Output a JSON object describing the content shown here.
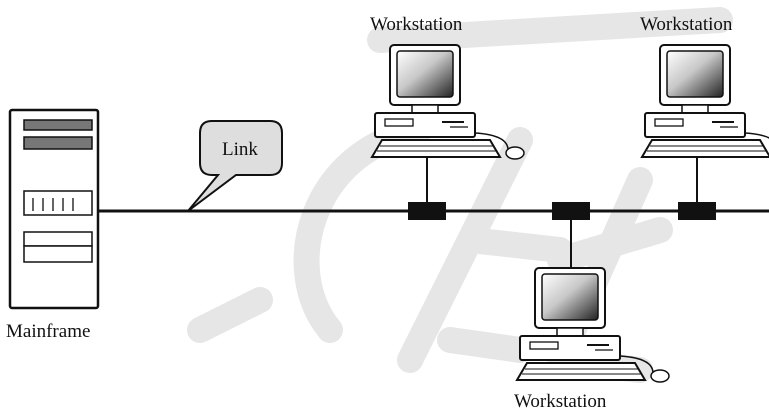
{
  "diagram": {
    "link_label": "Link",
    "mainframe_label": "Mainframe",
    "workstations": [
      {
        "label": "Workstation"
      },
      {
        "label": "Workstation"
      },
      {
        "label": "Workstation"
      }
    ],
    "watermark": "CE-L"
  }
}
